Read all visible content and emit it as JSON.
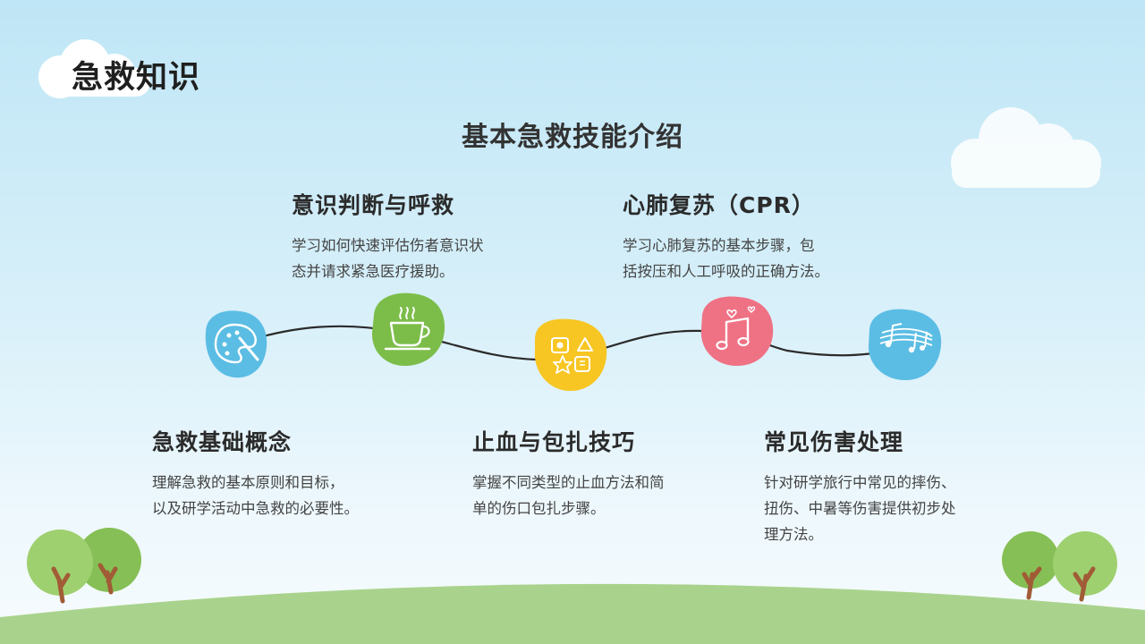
{
  "page_title": "急救知识",
  "subtitle": "基本急救技能介绍",
  "items": [
    {
      "title": "意识判断与呼救",
      "desc": [
        "学习如何快速评估伤者意识状",
        "态并请求紧急医疗援助。"
      ]
    },
    {
      "title": "心肺复苏（CPR）",
      "desc": [
        "学习心肺复苏的基本步骤，包",
        "括按压和人工呼吸的正确方法。"
      ]
    },
    {
      "title": "急救基础概念",
      "desc": [
        "理解急救的基本原则和目标，",
        "以及研学活动中急救的必要性。"
      ]
    },
    {
      "title": "止血与包扎技巧",
      "desc": [
        "掌握不同类型的止血方法和简",
        "单的伤口包扎步骤。"
      ]
    },
    {
      "title": "常见伤害处理",
      "desc": [
        "针对研学旅行中常见的摔伤、",
        "扭伤、中暑等伤害提供初步处",
        "理方法。"
      ]
    }
  ],
  "icons": [
    {
      "name": "palette-icon",
      "color": "#5bbde4"
    },
    {
      "name": "coffee-cup-icon",
      "color": "#7cbd4a"
    },
    {
      "name": "toy-blocks-icon",
      "color": "#f7c623"
    },
    {
      "name": "music-note-icon",
      "color": "#ef7284"
    },
    {
      "name": "music-staff-icon",
      "color": "#5bbde4"
    }
  ],
  "colors": {
    "grass": "#a9d38c",
    "tree_light": "#9fd070",
    "tree_dark": "#86bf55",
    "trunk": "#a15b36",
    "cloud": "#ffffff"
  }
}
